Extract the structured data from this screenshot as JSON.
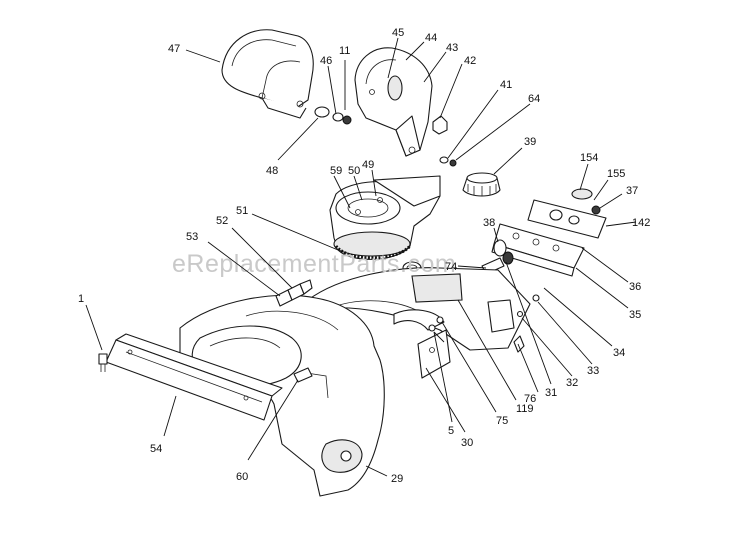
{
  "watermark": "eReplacementParts.com",
  "callouts": [
    {
      "id": "c1",
      "label": "1"
    },
    {
      "id": "c5",
      "label": "5"
    },
    {
      "id": "c11",
      "label": "11"
    },
    {
      "id": "c29",
      "label": "29"
    },
    {
      "id": "c30",
      "label": "30"
    },
    {
      "id": "c31",
      "label": "31"
    },
    {
      "id": "c32",
      "label": "32"
    },
    {
      "id": "c33",
      "label": "33"
    },
    {
      "id": "c34",
      "label": "34"
    },
    {
      "id": "c35",
      "label": "35"
    },
    {
      "id": "c36",
      "label": "36"
    },
    {
      "id": "c37",
      "label": "37"
    },
    {
      "id": "c38",
      "label": "38"
    },
    {
      "id": "c39",
      "label": "39"
    },
    {
      "id": "c41",
      "label": "41"
    },
    {
      "id": "c42",
      "label": "42"
    },
    {
      "id": "c43",
      "label": "43"
    },
    {
      "id": "c44",
      "label": "44"
    },
    {
      "id": "c45",
      "label": "45"
    },
    {
      "id": "c46",
      "label": "46"
    },
    {
      "id": "c47",
      "label": "47"
    },
    {
      "id": "c48",
      "label": "48"
    },
    {
      "id": "c49",
      "label": "49"
    },
    {
      "id": "c50",
      "label": "50"
    },
    {
      "id": "c51",
      "label": "51"
    },
    {
      "id": "c52",
      "label": "52"
    },
    {
      "id": "c53",
      "label": "53"
    },
    {
      "id": "c54",
      "label": "54"
    },
    {
      "id": "c59",
      "label": "59"
    },
    {
      "id": "c60",
      "label": "60"
    },
    {
      "id": "c64",
      "label": "64"
    },
    {
      "id": "c74",
      "label": "74"
    },
    {
      "id": "c75",
      "label": "75"
    },
    {
      "id": "c76",
      "label": "76"
    },
    {
      "id": "c119",
      "label": "119"
    },
    {
      "id": "c142",
      "label": "142"
    },
    {
      "id": "c154",
      "label": "154"
    },
    {
      "id": "c155",
      "label": "155"
    }
  ]
}
